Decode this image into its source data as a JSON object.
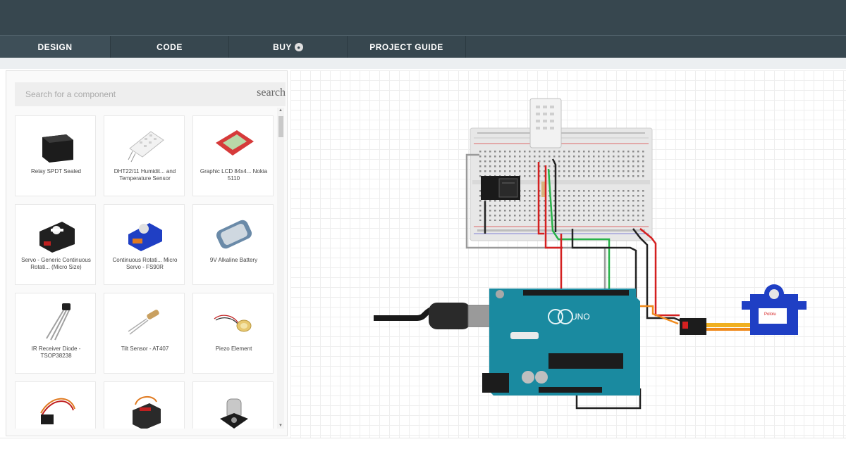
{
  "tabs": [
    {
      "label": "DESIGN",
      "active": true
    },
    {
      "label": "CODE",
      "active": false
    },
    {
      "label": "BUY",
      "active": false
    },
    {
      "label": "PROJECT GUIDE",
      "active": false
    }
  ],
  "search": {
    "placeholder": "Search for a component",
    "label": "search"
  },
  "components": [
    {
      "label": "Relay SPDT Sealed",
      "icon": "relay-icon"
    },
    {
      "label": "DHT22/11 Humidit... and Temperature Sensor",
      "icon": "dht-sensor-icon"
    },
    {
      "label": "Graphic LCD 84x4... Nokia 5110",
      "icon": "lcd-icon"
    },
    {
      "label": "Servo - Generic Continuous Rotati... (Micro Size)",
      "icon": "servo-black-icon"
    },
    {
      "label": "Continuous Rotati... Micro Servo - FS90R",
      "icon": "servo-blue-icon"
    },
    {
      "label": "9V Alkaline Battery",
      "icon": "battery-icon"
    },
    {
      "label": "IR Receiver Diode - TSOP38238",
      "icon": "ir-receiver-icon"
    },
    {
      "label": "Tilt Sensor - AT407",
      "icon": "tilt-sensor-icon"
    },
    {
      "label": "Piezo Element",
      "icon": "piezo-icon"
    },
    {
      "label": "",
      "icon": "servo-cable-icon"
    },
    {
      "label": "",
      "icon": "servo-red-icon"
    },
    {
      "label": "",
      "icon": "motor-icon"
    }
  ],
  "canvas": {
    "arduino_label": "UNO",
    "servo_label": "Pololu",
    "colors": {
      "board": "#1a8aa0",
      "breadboard": "#e6e6e6",
      "servo": "#1f3fc4",
      "wire_red": "#d42020",
      "wire_green": "#29b24a",
      "wire_orange": "#f08a1c",
      "wire_black": "#222222"
    }
  }
}
